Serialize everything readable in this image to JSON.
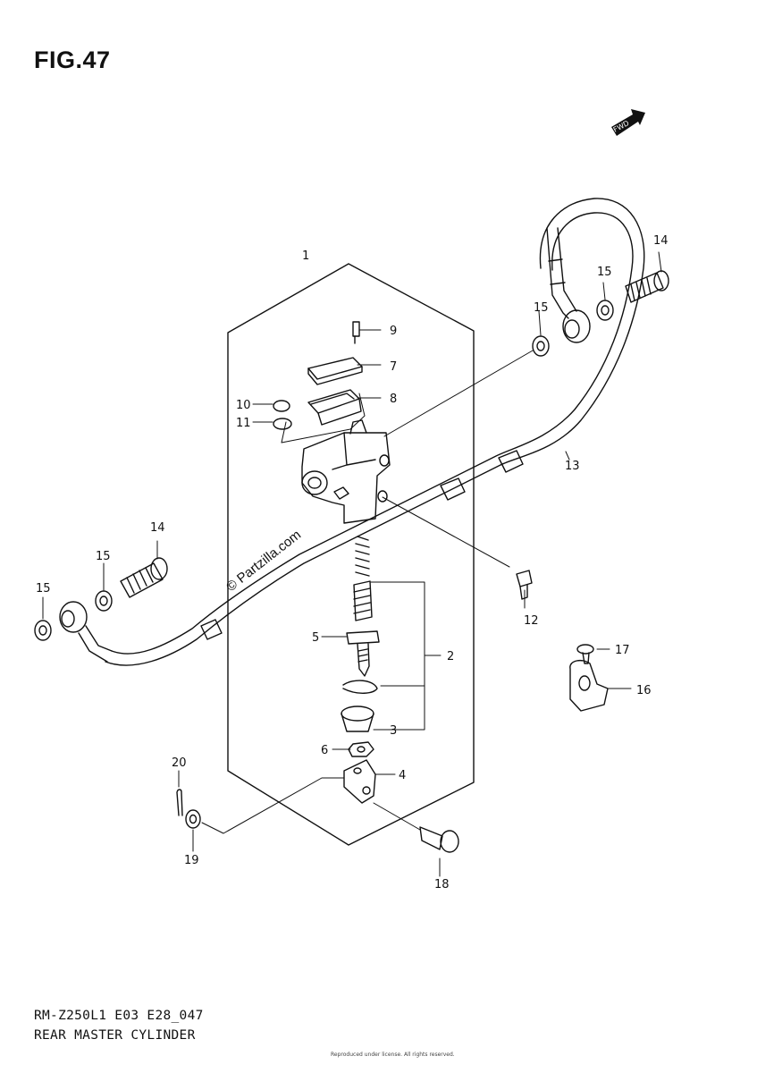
{
  "figure": {
    "title": "FIG.47",
    "fwd_label": "FWD",
    "watermark": "© Partzilla.com"
  },
  "callouts": [
    "1",
    "2",
    "3",
    "4",
    "5",
    "6",
    "7",
    "8",
    "9",
    "10",
    "11",
    "12",
    "13",
    "14",
    "14",
    "15",
    "15",
    "15",
    "15",
    "16",
    "17",
    "18",
    "19",
    "20"
  ],
  "footer": {
    "model_code": "RM-Z250L1 E03 E28_047",
    "section_name": "REAR MASTER CYLINDER",
    "copyright": "Reproduced under license. All rights reserved."
  }
}
